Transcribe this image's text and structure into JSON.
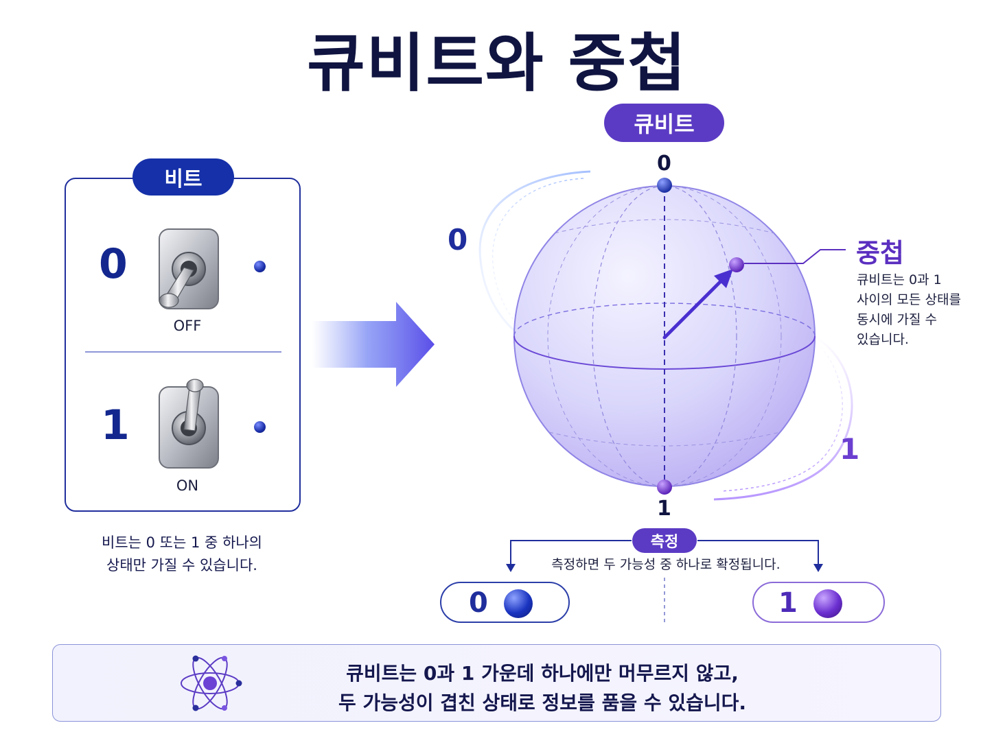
{
  "title": "큐비트와 중첩",
  "bit": {
    "label": "비트",
    "zero": {
      "digit": "0",
      "switch_label": "OFF"
    },
    "one": {
      "digit": "1",
      "switch_label": "ON"
    },
    "caption_line1": "비트는 0 또는 1 중 하나의",
    "caption_line2": "상태만 가질 수 있습니다."
  },
  "qubit": {
    "label": "큐비트",
    "top_pole": "0",
    "bottom_pole": "1",
    "left_label": "0",
    "right_label": "1",
    "superposition": {
      "title": "중첩",
      "desc_line1": "큐비트는 0과 1",
      "desc_line2": "사이의 모든 상태를",
      "desc_line3": "동시에 가질 수",
      "desc_line4": "있습니다."
    }
  },
  "measurement": {
    "label": "측정",
    "text": "측정하면 두 가능성 중 하나로 확정됩니다.",
    "result_zero": "0",
    "result_one": "1"
  },
  "summary": {
    "line1": "큐비트는 0과 1 가운데 하나에만 머무르지 않고,",
    "line2": "두 가능성이 겹친 상태로 정보를 품을 수 있습니다."
  },
  "colors": {
    "navy": "#101440",
    "bit_blue": "#1530a8",
    "qubit_purple": "#5b3bc4",
    "superposition_purple": "#5b2fc0"
  },
  "icons": [
    "toggle-switch-icon",
    "atom-icon",
    "arrow-right-icon"
  ]
}
